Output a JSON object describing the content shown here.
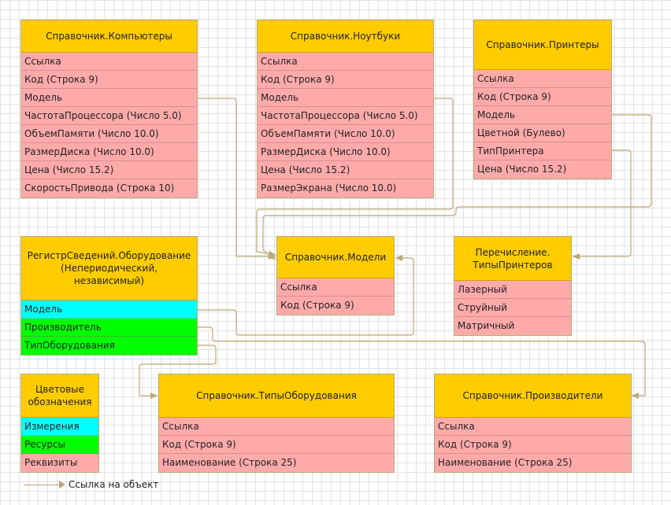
{
  "entities": {
    "computers": {
      "title": "Справочник.Компьютеры",
      "rows": [
        "Ссылка",
        "Код (Строка 9)",
        "Модель",
        "ЧастотаПроцессора (Число 5.0)",
        "ОбъемПамяти (Число 10.0)",
        "РазмерДиска (Число 10.0)",
        "Цена (Число 15.2)",
        "СкоростьПривода (Строка 10)"
      ]
    },
    "notebooks": {
      "title": "Справочник.Ноутбуки",
      "rows": [
        "Ссылка",
        "Код (Строка 9)",
        "Модель",
        "ЧастотаПроцессора (Число 5.0)",
        "ОбъемПамяти (Число 10.0)",
        "РазмерДиска (Число 10.0)",
        "Цена (Число 15.2)",
        "РазмерЭкрана (Число 10.0)"
      ]
    },
    "printers": {
      "title": "Справочник.Принтеры",
      "rows": [
        "Ссылка",
        "Код (Строка 9)",
        "Модель",
        "Цветной (Булево)",
        "ТипПринтера",
        "Цена (Число 15.2)"
      ]
    },
    "register": {
      "title": "РегистрСведений.Оборудование (Непериодический, независимый)",
      "rows": [
        "Модель",
        "Производитель",
        "ТипОборудования"
      ]
    },
    "models": {
      "title": "Справочник.Модели",
      "rows": [
        "Ссылка",
        "Код (Строка 9)"
      ]
    },
    "printer_types": {
      "title": "Перечисление. ТипыПринтеров",
      "rows": [
        "Лазерный",
        "Струйный",
        "Матричный"
      ]
    },
    "legend": {
      "title": "Цветовые обозначения",
      "rows": [
        "Измерения",
        "Ресурсы",
        "Реквизиты"
      ]
    },
    "equipment_types": {
      "title": "Справочник.ТипыОборудования",
      "rows": [
        "Ссылка",
        "Код (Строка 9)",
        "Наименование (Строка 25)"
      ]
    },
    "manufacturers": {
      "title": "Справочник.Производители",
      "rows": [
        "Ссылка",
        "Код (Строка 9)",
        "Наименование (Строка 25)"
      ]
    }
  },
  "link_legend_label": "Ссылка на объект",
  "colors": {
    "header": "#ffcc00",
    "requisite": "#ffaaaa",
    "dimension": "#00ffff",
    "resource": "#00ff00",
    "link_line": "#b9a978"
  }
}
